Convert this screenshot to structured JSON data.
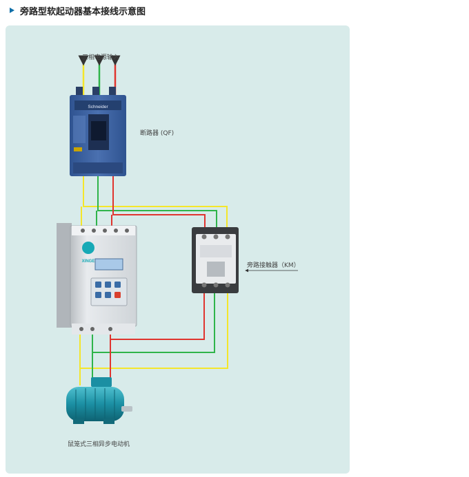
{
  "header": {
    "title": "旁路型软起动器基本接线示意图"
  },
  "labels": {
    "power_input": "三相电源输入",
    "breaker": "断路器 (QF)",
    "contactor": "旁路接触器（KM）",
    "motor": "鼠笼式三相异步电动机"
  },
  "device_text": {
    "schneider": "Schneider",
    "xinge": "XINGE"
  },
  "colors": {
    "panel": "#d8ebea",
    "phase_yellow": "#f4e62a",
    "phase_green": "#2fb44a",
    "phase_red": "#e0342e",
    "breaker_body": "#3a5f9e",
    "motor_body": "#1b8fa3",
    "accent": "#0e6fa8"
  }
}
